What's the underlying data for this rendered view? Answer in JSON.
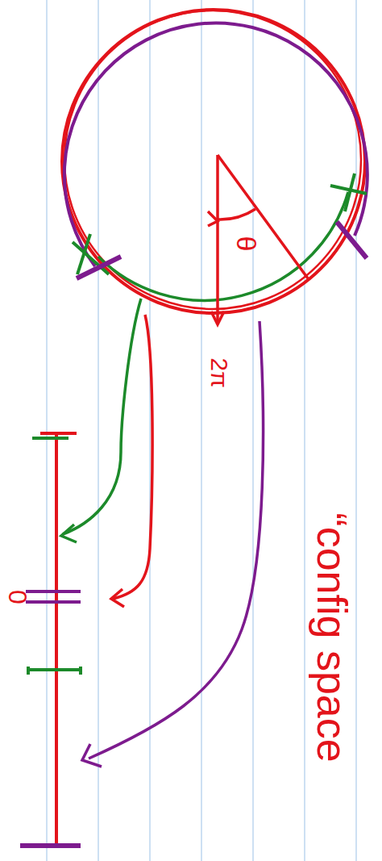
{
  "diagram": {
    "labels": [
      "θ",
      "2π",
      "0",
      "“config space"
    ]
  }
}
